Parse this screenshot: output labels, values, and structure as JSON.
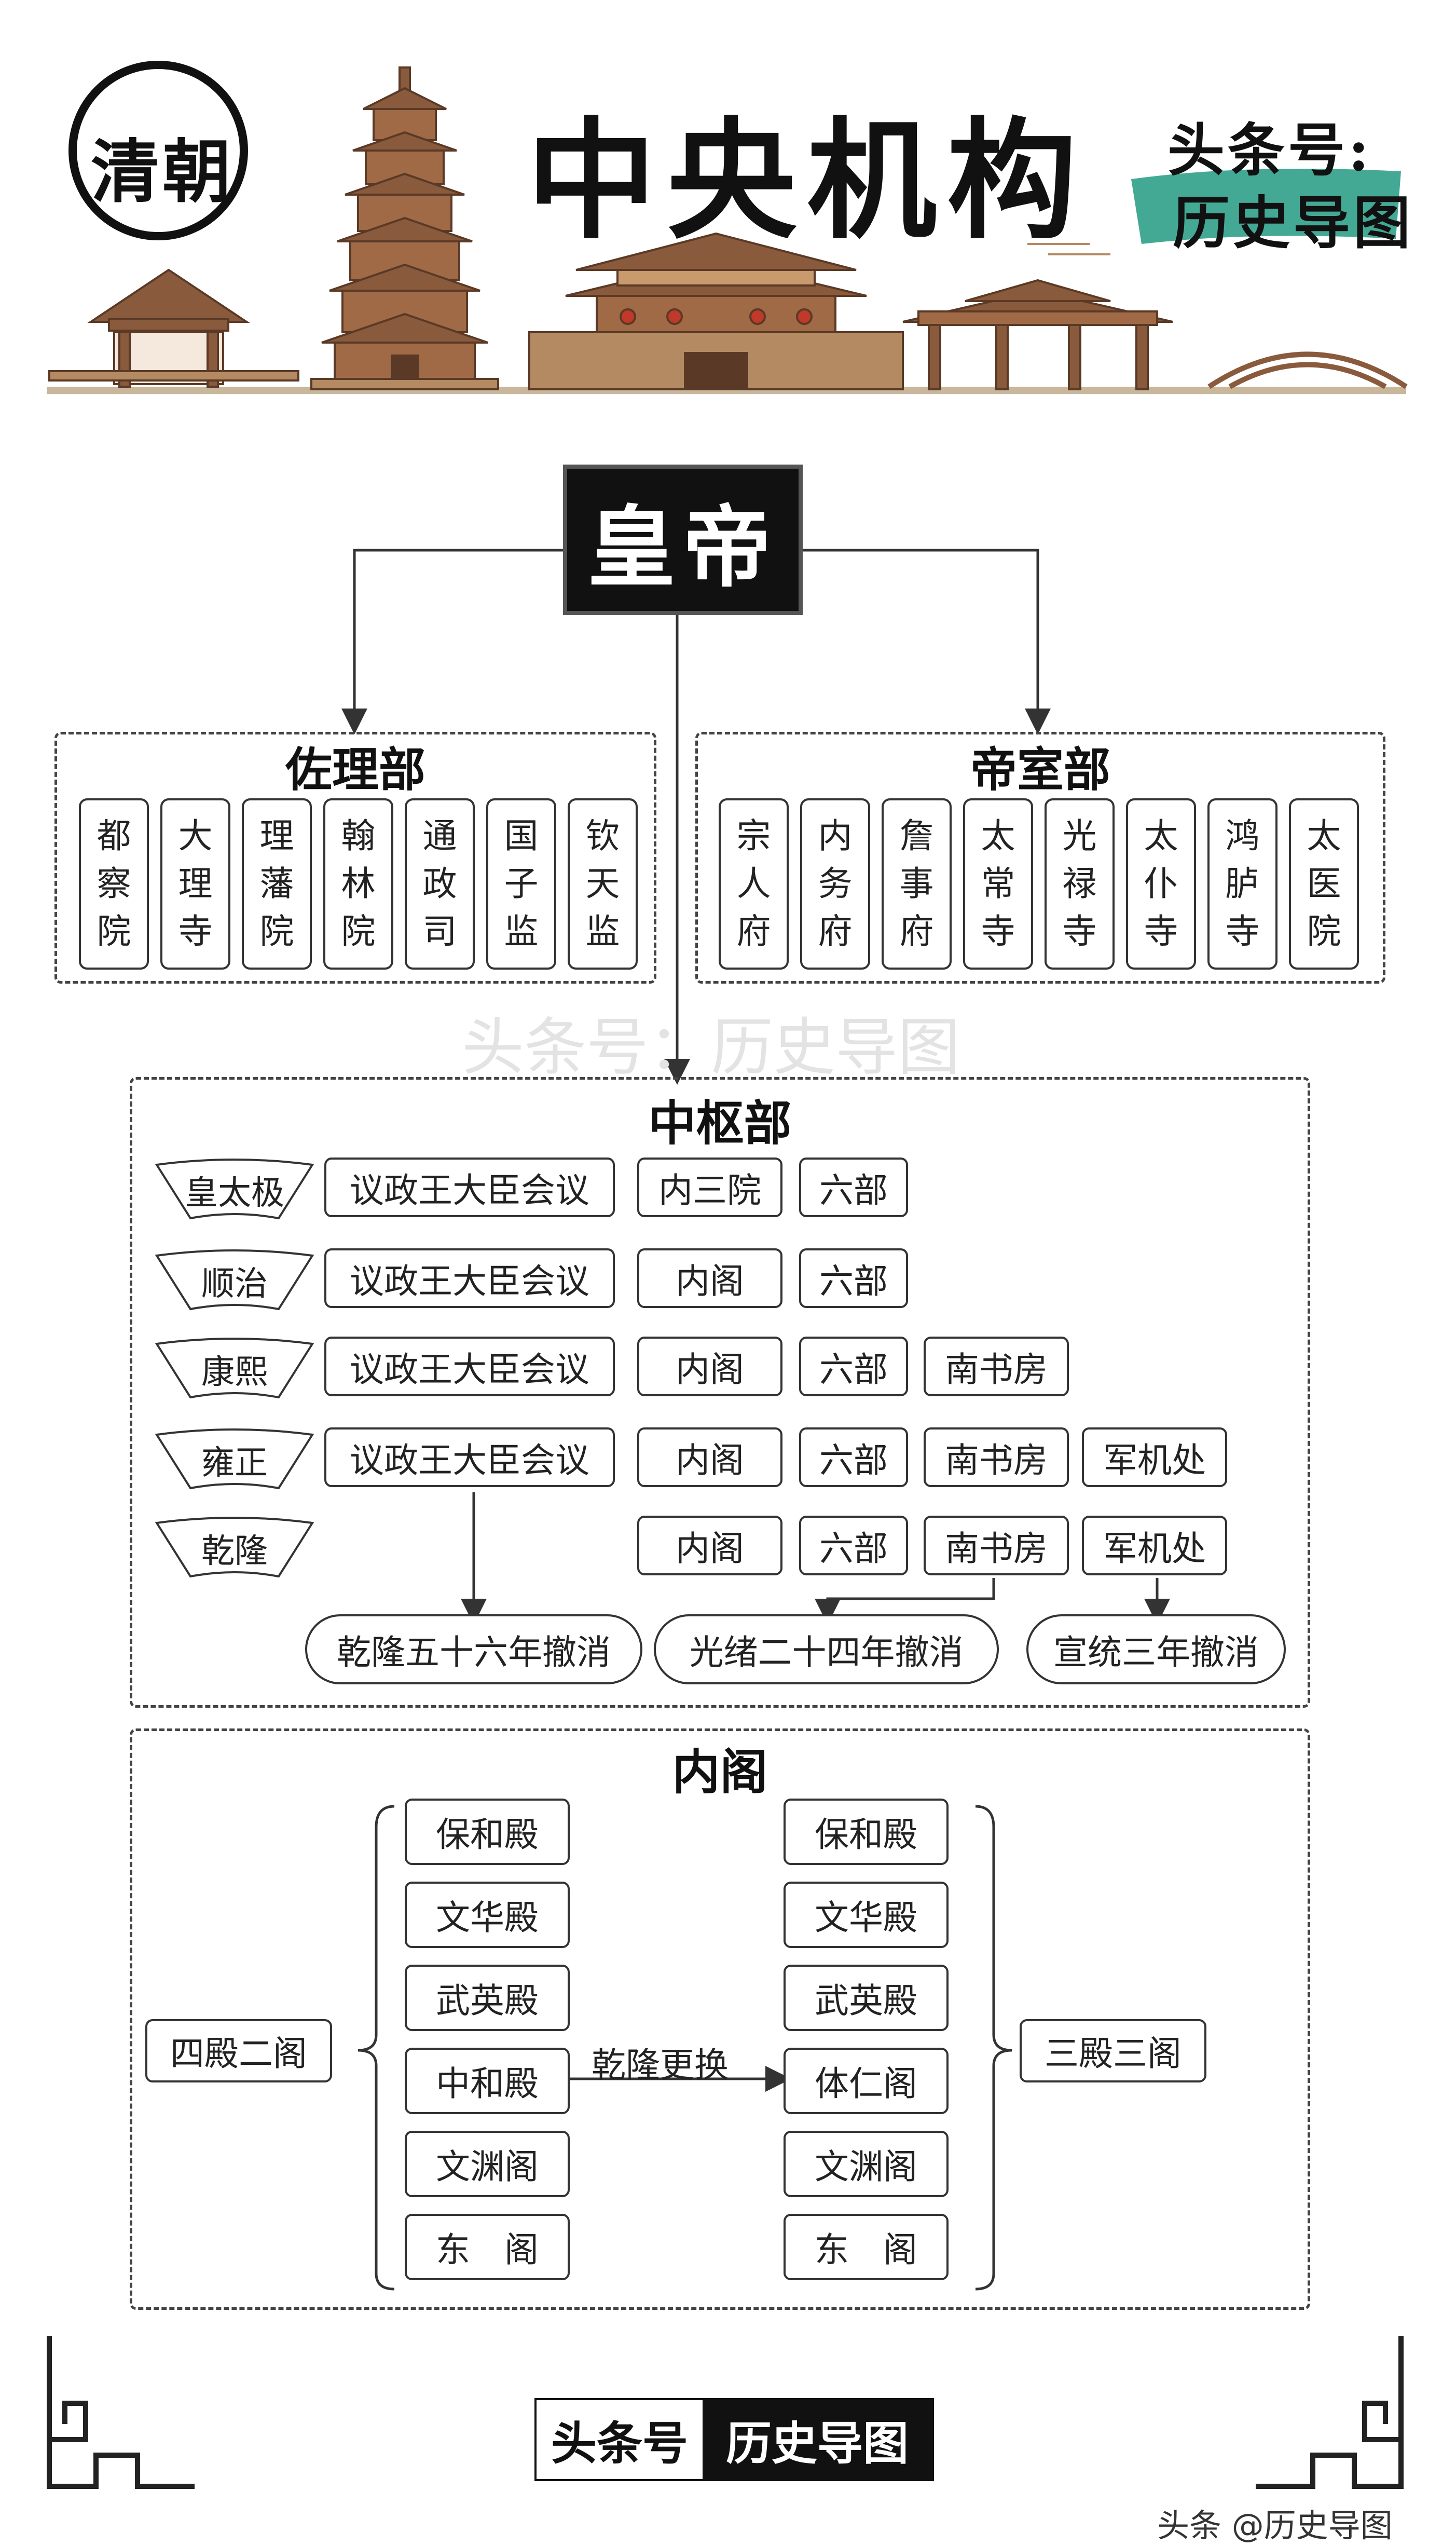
{
  "banner": {
    "circle_text": "清朝",
    "title": "中央机构",
    "account_label": "头条号:",
    "account_name": "历史导图"
  },
  "emperor": "皇帝",
  "zuoli": {
    "title": "佐理部",
    "items": [
      [
        "都",
        "察",
        "院"
      ],
      [
        "大",
        "理",
        "寺"
      ],
      [
        "理",
        "藩",
        "院"
      ],
      [
        "翰",
        "林",
        "院"
      ],
      [
        "通",
        "政",
        "司"
      ],
      [
        "国",
        "子",
        "监"
      ],
      [
        "钦",
        "天",
        "监"
      ]
    ]
  },
  "dishi": {
    "title": "帝室部",
    "items": [
      [
        "宗",
        "人",
        "府"
      ],
      [
        "内",
        "务",
        "府"
      ],
      [
        "詹",
        "事",
        "府"
      ],
      [
        "太",
        "常",
        "寺"
      ],
      [
        "光",
        "禄",
        "寺"
      ],
      [
        "太",
        "仆",
        "寺"
      ],
      [
        "鸿",
        "胪",
        "寺"
      ],
      [
        "太",
        "医",
        "院"
      ]
    ]
  },
  "watermark": "头条号：历史导图",
  "zhongshu": {
    "title": "中枢部",
    "reigns": [
      "皇太极",
      "顺治",
      "康熙",
      "雍正",
      "乾隆"
    ],
    "rows": [
      [
        "议政王大臣会议",
        "内三院",
        "六部"
      ],
      [
        "议政王大臣会议",
        "内阁",
        "六部"
      ],
      [
        "议政王大臣会议",
        "内阁",
        "六部",
        "南书房"
      ],
      [
        "议政王大臣会议",
        "内阁",
        "六部",
        "南书房",
        "军机处"
      ],
      [
        "内阁",
        "六部",
        "南书房",
        "军机处"
      ]
    ],
    "abolished": [
      "乾隆五十六年撤消",
      "光绪二十四年撤消",
      "宣统三年撤消"
    ]
  },
  "neige": {
    "title": "内阁",
    "left_label": "四殿二阁",
    "right_label": "三殿三阁",
    "change_label": "乾隆更换",
    "left_items": [
      "保和殿",
      "文华殿",
      "武英殿",
      "中和殿",
      "文渊阁",
      "东　阁"
    ],
    "right_items": [
      "保和殿",
      "文华殿",
      "武英殿",
      "体仁阁",
      "文渊阁",
      "东　阁"
    ]
  },
  "footer": {
    "tag_left": "头条号",
    "tag_right": "历史导图",
    "credit": "头条 @历史导图"
  }
}
